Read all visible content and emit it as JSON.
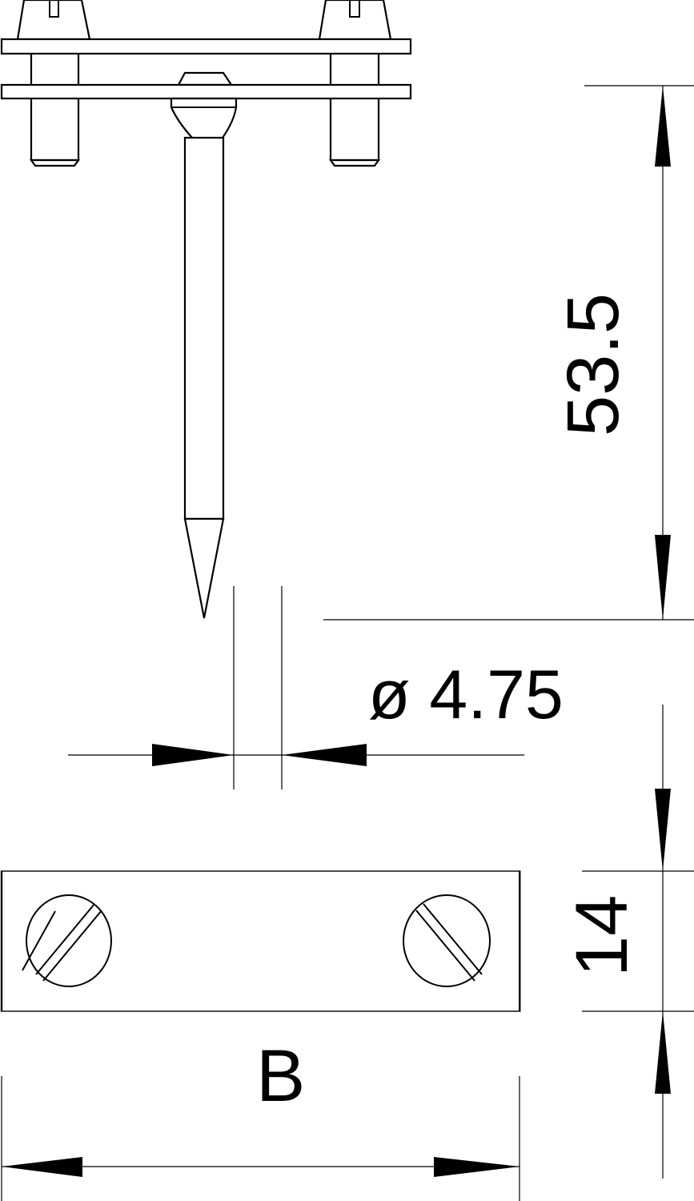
{
  "drawing": {
    "title": "Earth rod clamp with pin and clamping plate - technical dimension drawing",
    "line_color": "#000000",
    "background": "#ffffff"
  },
  "dimensions": {
    "height_label": "53.5",
    "diameter_label": "ø 4.75",
    "plate_height_label": "14",
    "width_label": "B"
  },
  "views": {
    "side_view": "side-view-clamp-with-pin",
    "top_view": "top-view-plate-with-screws"
  }
}
